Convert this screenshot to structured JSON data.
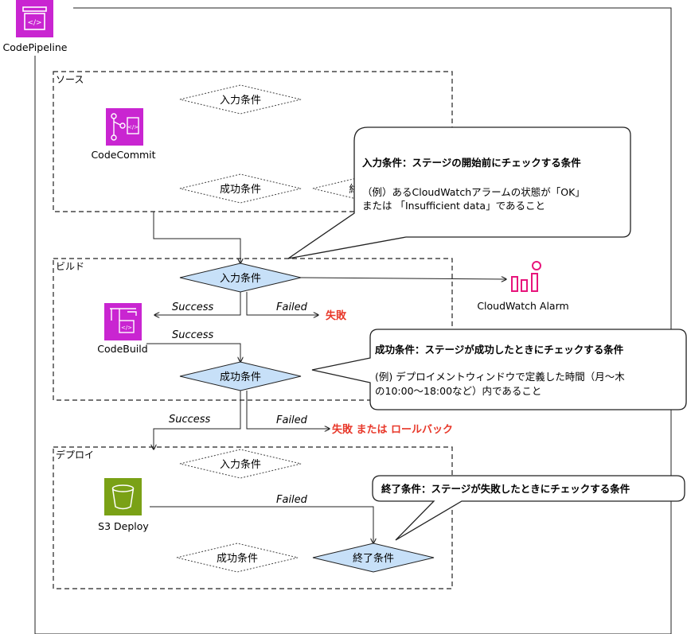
{
  "pipeline": {
    "label": "CodePipeline",
    "icon": "codepipeline-icon"
  },
  "stages": {
    "source": {
      "label": "ソース"
    },
    "build": {
      "label": "ビルド"
    },
    "deploy": {
      "label": "デプロイ"
    }
  },
  "services": {
    "codecommit": {
      "label": "CodeCommit"
    },
    "codebuild": {
      "label": "CodeBuild"
    },
    "s3deploy": {
      "label": "S3 Deploy"
    },
    "cloudwatch": {
      "label": "CloudWatch Alarm"
    }
  },
  "conditions": {
    "entry": "入力条件",
    "success": "成功条件",
    "failure": "終了条件",
    "failure_partial": "終"
  },
  "flow": {
    "success": "Success",
    "failed": "Failed",
    "fail_result": "失敗",
    "fail_or_rollback": "失敗 または ロールバック"
  },
  "callouts": {
    "entry": {
      "title": "入力条件：ステージの開始前にチェックする条件",
      "line1": "（例）あるCloudWatchアラームの状態が「OK」",
      "line2": "または 「Insufficient data」であること"
    },
    "success": {
      "title": "成功条件：ステージが成功したときにチェックする条件",
      "line1": "(例) デプロイメントウィンドウで定義した時間（月〜木",
      "line2": "の10:00〜18:00など）内であること"
    },
    "failure": {
      "title": "終了条件：ステージが失敗したときにチェックする条件"
    }
  },
  "colors": {
    "purple": "#C925D1",
    "green": "#7AA116",
    "pink": "#E7157B",
    "diamond_fill": "#C7E0F8",
    "red": "#E8382A"
  }
}
